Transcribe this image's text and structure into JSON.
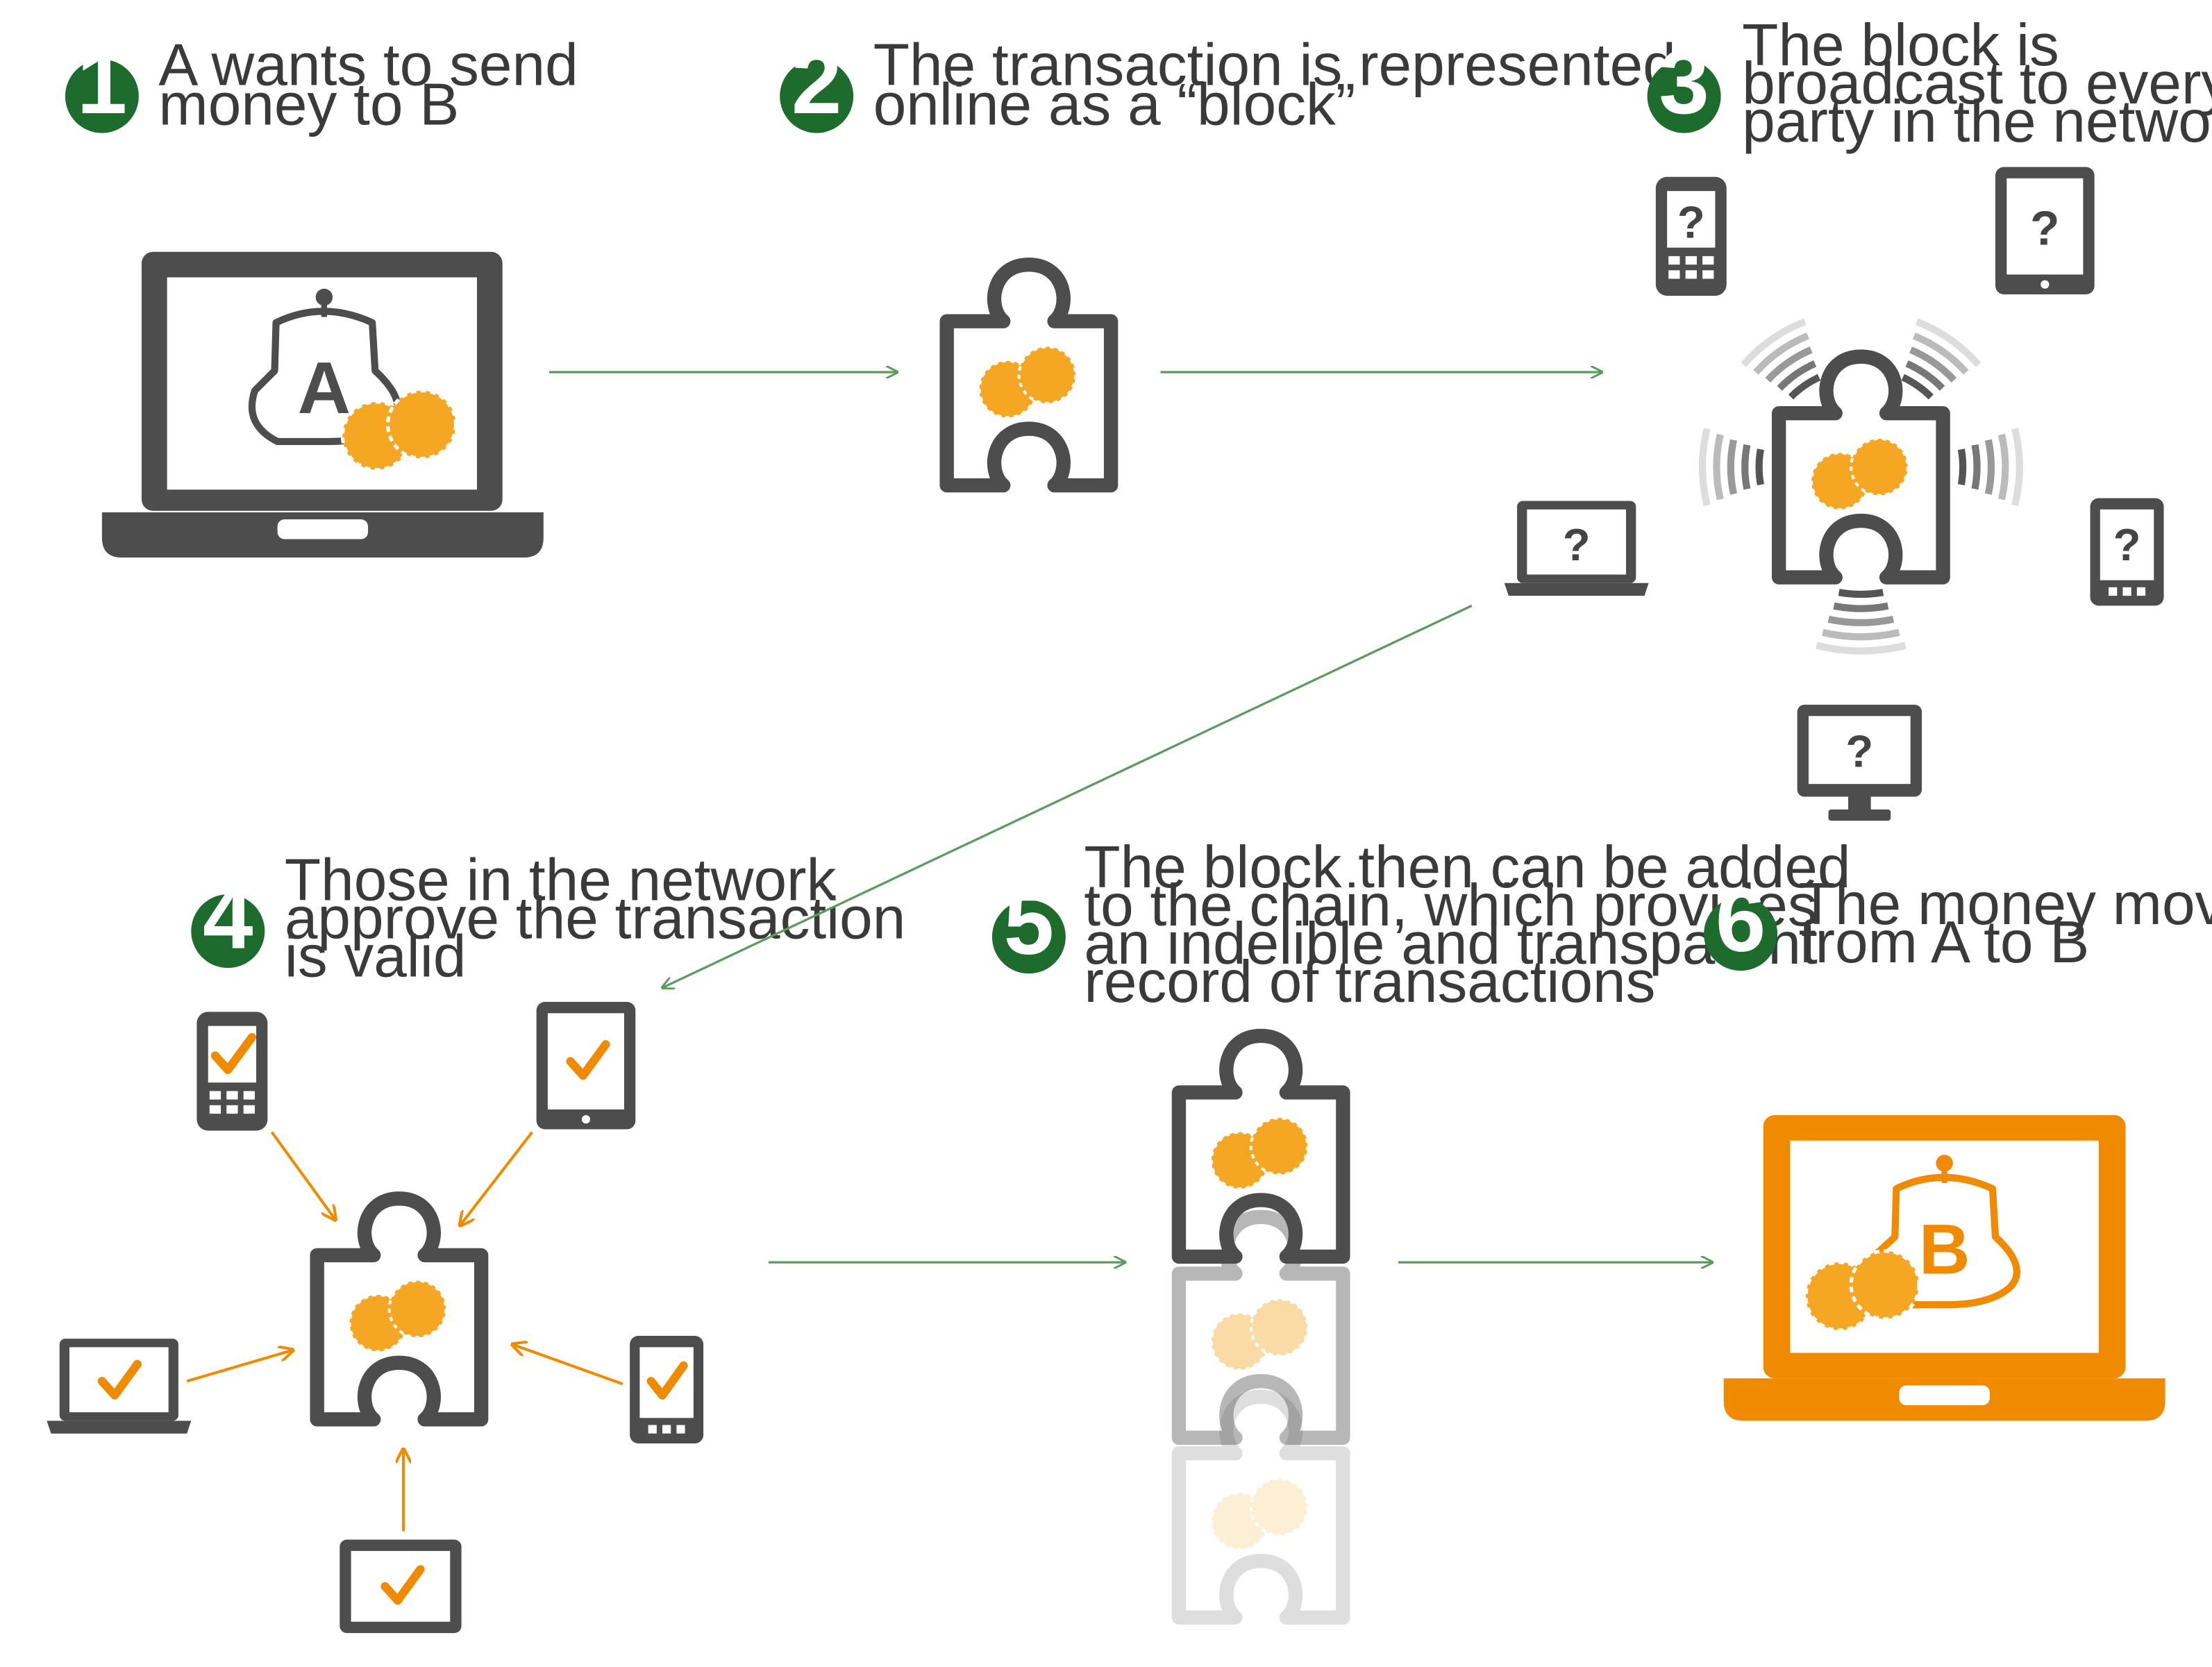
{
  "colors": {
    "badge": "#1e6b2e",
    "text": "#3a3a3a",
    "device": "#4d4d4d",
    "accent": "#f08a00",
    "coin": "#f5a623",
    "flow_arrow": "#5d9a5f",
    "approve_arrow": "#f08a00"
  },
  "steps": [
    {
      "number": "1",
      "lines": [
        "A wants to send",
        "money to B"
      ]
    },
    {
      "number": "2",
      "lines": [
        "The transaction is represented",
        "online as a “block”"
      ]
    },
    {
      "number": "3",
      "lines": [
        "The block is",
        "broadcast to every",
        "party in the network"
      ]
    },
    {
      "number": "4",
      "lines": [
        "Those in the network",
        "approve the transaction",
        "is valid"
      ]
    },
    {
      "number": "5",
      "lines": [
        "The block then can be added",
        "to the chain, which provides",
        "an indelible and transparent",
        "record of transactions"
      ]
    },
    {
      "number": "6",
      "lines": [
        "The money moves",
        "from A to B"
      ]
    }
  ],
  "sender_wallet_letter": "A",
  "receiver_wallet_letter": "B",
  "pending_symbol": "?",
  "icons": {
    "sender": "laptop-with-wallet-icon",
    "block": "puzzle-piece-block-icon",
    "broadcast_devices": [
      "feature-phone-icon",
      "tablet-icon",
      "laptop-icon",
      "smartphone-icon",
      "desktop-monitor-icon"
    ],
    "approval": "checkmark-icon",
    "receiver": "laptop-with-wallet-icon"
  }
}
